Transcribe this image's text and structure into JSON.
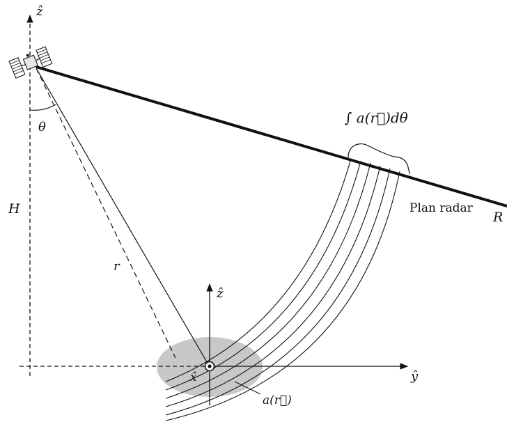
{
  "labels": {
    "z_hat_top": "ẑ",
    "theta": "θ",
    "H": "H",
    "r": "r",
    "integral": "∫ a(r⃗)dθ",
    "plan_radar": "Plan radar",
    "R": "R",
    "z_hat_local": "ẑ",
    "y_hat": "ŷ",
    "x_hat": "x̂",
    "a_r": "a(r⃗)"
  },
  "colors": {
    "ink": "#111111",
    "footprint": "#c8c8c8"
  },
  "icons": {
    "satellite": "satellite-icon",
    "x_axis_marker": "circled-dot-icon"
  }
}
